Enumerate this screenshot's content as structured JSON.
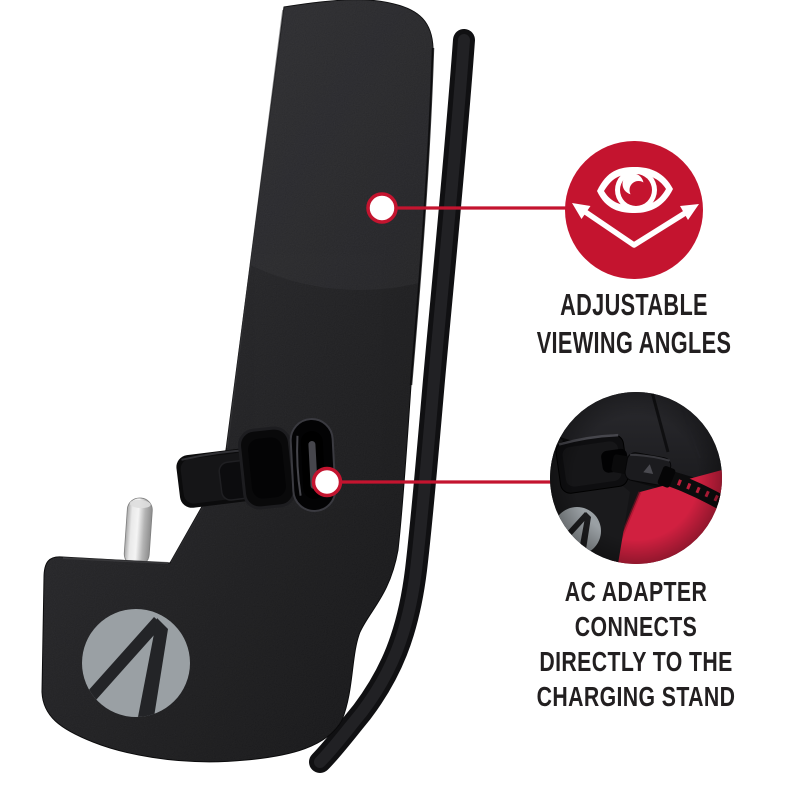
{
  "colors": {
    "accent_red": "#C4142F",
    "photo_red": "#D12040",
    "logo_gray": "#9AA0A4",
    "product_black": "#1E1E20",
    "text_dark": "#221F20",
    "background": "#FFFFFF"
  },
  "product": {
    "name": "charging stand with kickstand",
    "brand_logo": "stealth-arrow-logo",
    "features": [
      "usb-c-port",
      "accessory-slot",
      "hinge-pin",
      "kickstand-arm"
    ]
  },
  "callouts": [
    {
      "id": "viewing-angles",
      "icon": "eye-with-angle-arrows-icon",
      "label": "ADJUSTABLE\nVIEWING ANGLES"
    },
    {
      "id": "ac-adapter",
      "image": "usb-cable-plugged-into-charging-stand-closeup",
      "label": "AC ADAPTER\nCONNECTS\nDIRECTLY TO THE\nCHARGING STAND"
    }
  ]
}
